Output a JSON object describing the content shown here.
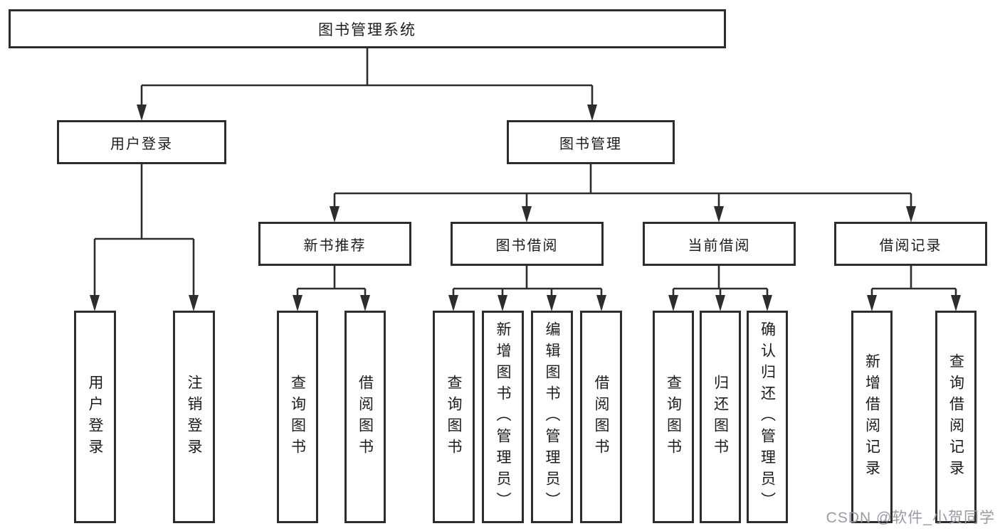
{
  "diagram": {
    "title": "图书管理系统",
    "tree": {
      "root": {
        "label": "图书管理系统"
      },
      "level2": [
        {
          "label": "用户登录"
        },
        {
          "label": "图书管理"
        }
      ],
      "level3": [
        {
          "label": "新书推荐",
          "parent": "图书管理"
        },
        {
          "label": "图书借阅",
          "parent": "图书管理"
        },
        {
          "label": "当前借阅",
          "parent": "图书管理"
        },
        {
          "label": "借阅记录",
          "parent": "图书管理"
        }
      ],
      "leaves": [
        {
          "label": "用户登录",
          "parent": "用户登录"
        },
        {
          "label": "注销登录",
          "parent": "用户登录"
        },
        {
          "label": "查询图书",
          "parent": "新书推荐"
        },
        {
          "label": "借阅图书",
          "parent": "新书推荐"
        },
        {
          "label": "查询图书",
          "parent": "图书借阅"
        },
        {
          "label": "新增图书（管理员）",
          "parent": "图书借阅"
        },
        {
          "label": "编辑图书（管理员）",
          "parent": "图书借阅"
        },
        {
          "label": "借阅图书",
          "parent": "图书借阅"
        },
        {
          "label": "查询图书",
          "parent": "当前借阅"
        },
        {
          "label": "归还图书",
          "parent": "当前借阅"
        },
        {
          "label": "确认归还（管理员）",
          "parent": "当前借阅"
        },
        {
          "label": "新增借阅记录",
          "parent": "借阅记录"
        },
        {
          "label": "查询借阅记录",
          "parent": "借阅记录"
        }
      ]
    },
    "colors": {
      "line": "#2d2d2d",
      "box_border": "#2d2d2d",
      "text": "#1c1c1c",
      "background": "#ffffff",
      "watermark": "#9a9aa2"
    }
  },
  "watermark": {
    "text": "CSDN @软件_小贺同学"
  }
}
